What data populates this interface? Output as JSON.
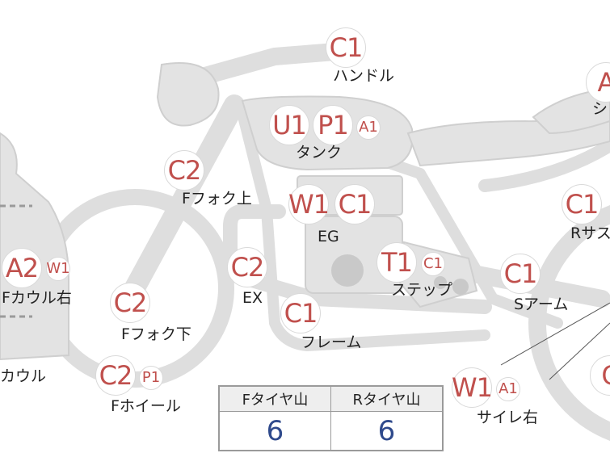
{
  "parts": [
    {
      "id": "handle",
      "label": "ハンドル",
      "codes": [
        {
          "text": "C1",
          "size": "big"
        }
      ]
    },
    {
      "id": "tank",
      "label": "タンク",
      "codes": [
        {
          "text": "U1",
          "size": "big"
        },
        {
          "text": "P1",
          "size": "big"
        },
        {
          "text": "A1",
          "size": "small"
        }
      ]
    },
    {
      "id": "ffork-upper",
      "label": "Fフォク上",
      "codes": [
        {
          "text": "C2",
          "size": "big"
        }
      ]
    },
    {
      "id": "engine",
      "label": "EG",
      "codes": [
        {
          "text": "W1",
          "size": "big"
        },
        {
          "text": "C1",
          "size": "big"
        }
      ]
    },
    {
      "id": "exhaust",
      "label": "EX",
      "codes": [
        {
          "text": "C2",
          "size": "big"
        }
      ]
    },
    {
      "id": "step",
      "label": "ステップ",
      "codes": [
        {
          "text": "T1",
          "size": "big"
        },
        {
          "text": "C1",
          "size": "small"
        }
      ]
    },
    {
      "id": "frame",
      "label": "フレーム",
      "codes": [
        {
          "text": "C1",
          "size": "big"
        }
      ]
    },
    {
      "id": "s-arm",
      "label": "Sアーム",
      "codes": [
        {
          "text": "C1",
          "size": "big"
        }
      ]
    },
    {
      "id": "fcowl-right",
      "label": "Fカウル右",
      "codes": [
        {
          "text": "A2",
          "size": "big"
        },
        {
          "text": "W1",
          "size": "small"
        }
      ]
    },
    {
      "id": "ffork-lower",
      "label": "Fフォク下",
      "codes": [
        {
          "text": "C2",
          "size": "big"
        }
      ]
    },
    {
      "id": "fwheel",
      "label": "Fホイール",
      "codes": [
        {
          "text": "C2",
          "size": "big"
        },
        {
          "text": "P1",
          "size": "small"
        }
      ]
    },
    {
      "id": "cowl",
      "label": "カウル",
      "codes": []
    },
    {
      "id": "rsus",
      "label": "Rサス",
      "codes": [
        {
          "text": "C1",
          "size": "big"
        }
      ]
    },
    {
      "id": "seat",
      "label": "シ",
      "codes": [
        {
          "text": "A",
          "size": "big"
        }
      ]
    },
    {
      "id": "silencer-right",
      "label": "サイレ右",
      "codes": [
        {
          "text": "W1",
          "size": "big"
        },
        {
          "text": "A1",
          "size": "small"
        }
      ]
    },
    {
      "id": "rwheel",
      "label": "",
      "codes": [
        {
          "text": "C",
          "size": "big"
        }
      ]
    }
  ],
  "tire_tread": {
    "headers": [
      "Fタイヤ山",
      "Rタイヤ山"
    ],
    "values": [
      "6",
      "6"
    ]
  }
}
